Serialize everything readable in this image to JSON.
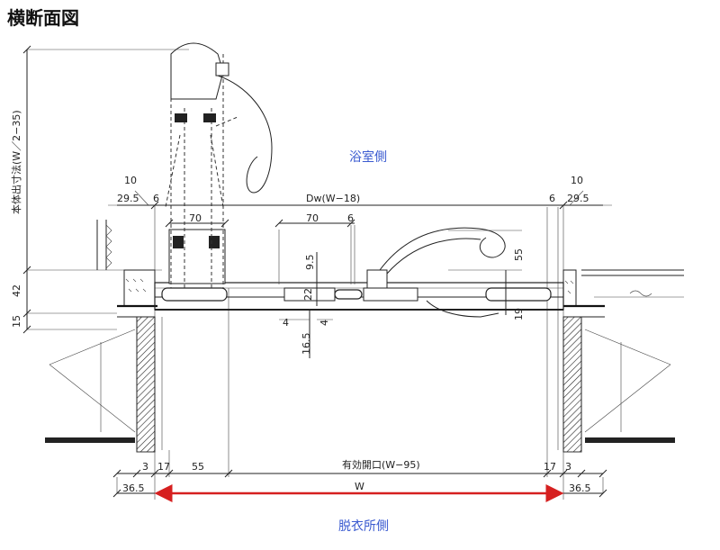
{
  "title": "横断面図",
  "rooms": {
    "bathroom": "浴室側",
    "dressing": "脱衣所側"
  },
  "colors": {
    "room_label": "#3b5bd0",
    "w_arrow": "#d62020",
    "line": "#222222"
  },
  "dims": {
    "left_vertical": "本体出寸法(W／2−35)",
    "d42": "42",
    "d15": "15",
    "d10_left": "10",
    "d29_5_left": "29.5",
    "d6_left": "6",
    "d70_left": "70",
    "dw": "Dw(W−18)",
    "d70_mid": "70",
    "d6_mid": "6",
    "d10_right": "10",
    "d6_right": "6",
    "d29_5_right": "29.5",
    "d9_5": "9.5",
    "d55_right": "55",
    "d22": "22",
    "d19": "19",
    "d4_a": "4",
    "d4_b": "4",
    "d16_5": "16.5",
    "d3_left": "3",
    "d17_left": "17",
    "d55_bottom": "55",
    "opening": "有効開口(W−95)",
    "d17_right": "17",
    "d3_right": "3",
    "d36_5_left": "36.5",
    "w": "W",
    "d36_5_right": "36.5"
  }
}
